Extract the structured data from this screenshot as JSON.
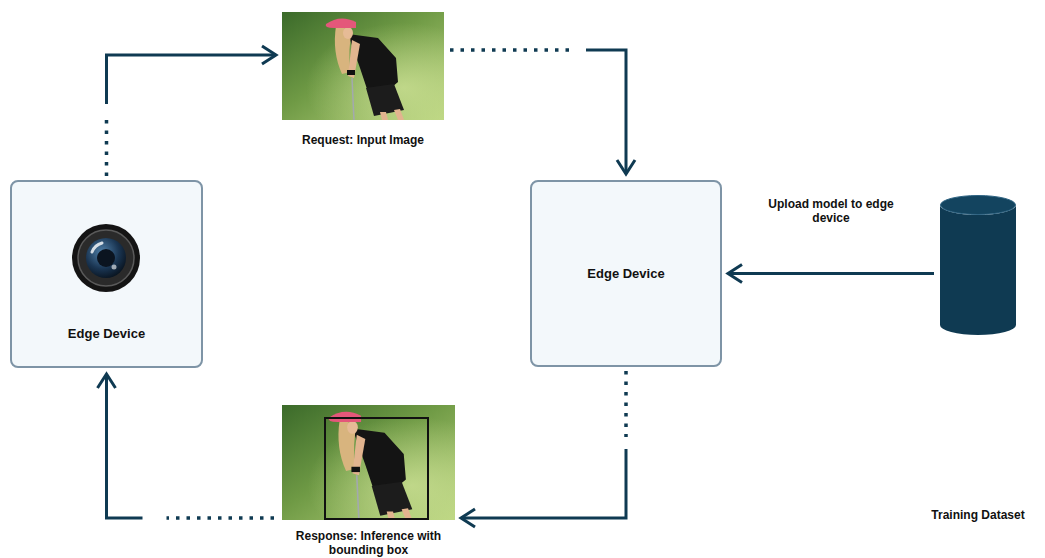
{
  "diagram": {
    "nodes": [
      {
        "text": [
          "Edge Device"
        ]
      },
      {
        "text": [
          "Request: Input Image"
        ]
      },
      {
        "text": [
          "Edge Device"
        ]
      },
      {
        "text": [
          "Response: Inference with bounding box"
        ]
      },
      {
        "text": [
          "Training Dataset"
        ]
      }
    ],
    "edges": [
      {
        "from": 0,
        "to": 1,
        "arrow": "to"
      },
      {
        "from": 1,
        "to": 2,
        "arrow": "to"
      },
      {
        "from": 2,
        "to": 3,
        "arrow": "to"
      },
      {
        "from": 3,
        "to": 0,
        "arrow": "to"
      },
      {
        "from": 4,
        "to": 2,
        "label": "Upload model to edge device",
        "arrow": "to"
      }
    ]
  }
}
